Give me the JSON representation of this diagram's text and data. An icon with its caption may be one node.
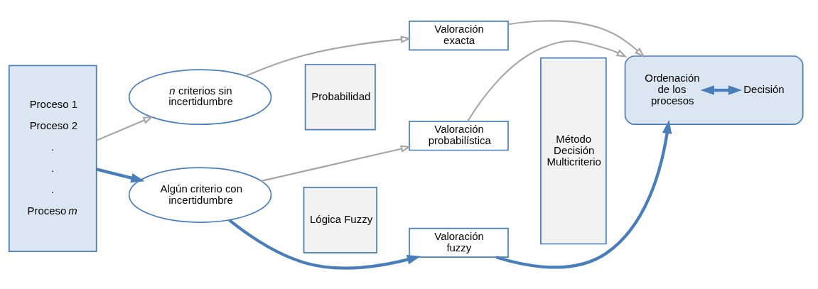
{
  "diagram": {
    "nodes": [
      {
        "text": [
          "Proceso 1",
          "Proceso 2",
          ".",
          ".",
          ".",
          "Proceso *m*"
        ]
      },
      {
        "text": [
          "*n* criterios sin incertidumbre"
        ]
      },
      {
        "text": [
          "Algún criterio con incertidumbre"
        ]
      },
      {
        "text": [
          "Probabilidad"
        ]
      },
      {
        "text": [
          "Lógica Fuzzy"
        ]
      },
      {
        "text": [
          "Valoración exacta"
        ]
      },
      {
        "text": [
          "Valoración probabilística"
        ]
      },
      {
        "text": [
          "Valoración fuzzy"
        ]
      },
      {
        "text": [
          "Método Decisión Multicriterio"
        ]
      },
      {
        "text": [],
        "shape": "ellipse"
      },
      {
        "text": [
          "Ordenación de los procesos"
        ],
        "in": 9
      },
      {
        "text": [
          "Decisión"
        ],
        "in": 9
      }
    ],
    "edges": [
      {
        "from": 0,
        "to": 1,
        "arrow": "to"
      },
      {
        "from": 0,
        "to": 2,
        "arrow": "to",
        "style": "thick",
        "color": "#4a7ebb"
      },
      {
        "from": 1,
        "to": 5,
        "arrow": "to"
      },
      {
        "from": 2,
        "to": 6,
        "arrow": "to"
      },
      {
        "from": 2,
        "to": 7,
        "arrow": "to",
        "style": "thick",
        "color": "#4a7ebb"
      },
      {
        "from": 5,
        "to": 9,
        "arrow": "to"
      },
      {
        "from": 6,
        "to": 9,
        "arrow": "to"
      },
      {
        "from": 7,
        "to": 9,
        "arrow": "to",
        "style": "thick",
        "color": "#4a7ebb"
      },
      {
        "from": 10,
        "to": 11,
        "arrow": "both",
        "style": "thick",
        "color": "#4a7ebb"
      }
    ]
  }
}
